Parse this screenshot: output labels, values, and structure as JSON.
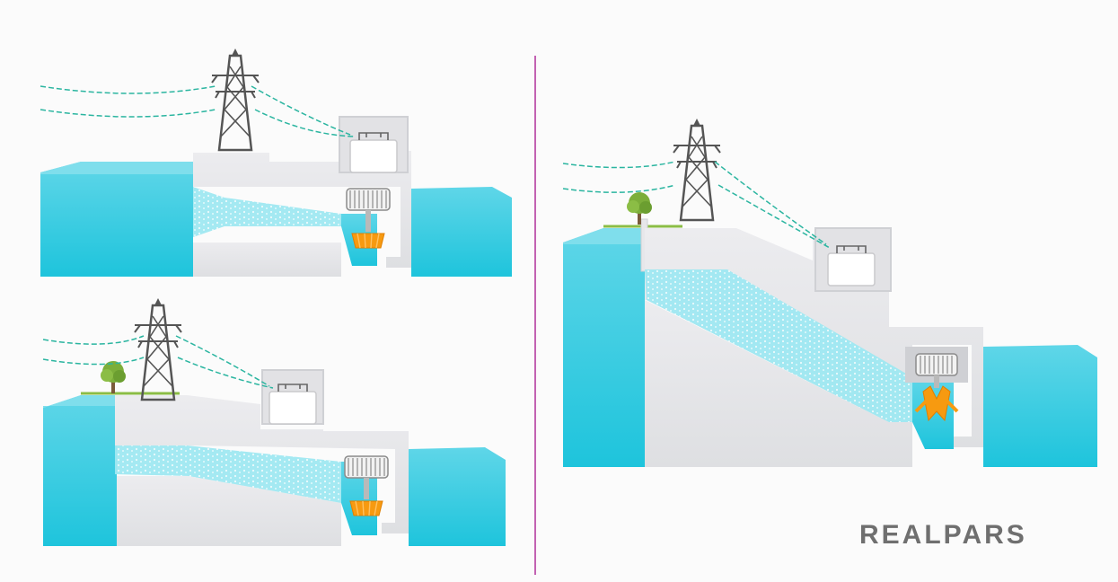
{
  "brand": {
    "logo_text": "REALPARS",
    "icon": "realpars-logo"
  },
  "colors": {
    "background": "#fbfbfb",
    "water": "#1fc6dc",
    "water_light": "#7fe0ee",
    "concrete": "#e6e6e9",
    "concrete_dark": "#cfd0d4",
    "divider": "#b0309a",
    "turbine": "#f79a10",
    "tower": "#555555",
    "cable": "#2bb5a0",
    "tree": "#7cae3a",
    "logo": "#6f6f6f"
  },
  "diagrams": [
    {
      "id": "top-left-dam",
      "icons": [
        "transmission-tower-icon",
        "powerhouse-icon",
        "generator-icon",
        "turbine-icon"
      ]
    },
    {
      "id": "bottom-left-dam",
      "icons": [
        "transmission-tower-icon",
        "tree-icon",
        "powerhouse-icon",
        "generator-icon",
        "turbine-icon"
      ]
    },
    {
      "id": "right-dam",
      "icons": [
        "transmission-tower-icon",
        "tree-icon",
        "powerhouse-icon",
        "generator-icon",
        "turbine-icon"
      ]
    }
  ]
}
